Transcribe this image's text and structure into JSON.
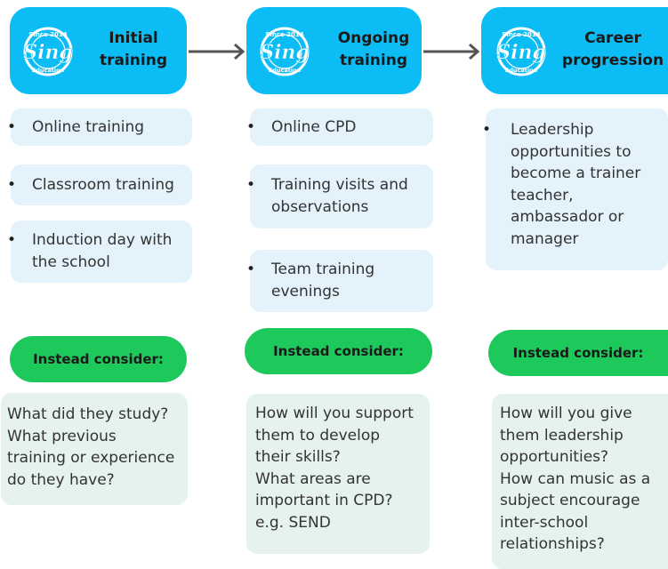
{
  "colors": {
    "header": "#0bbcf5",
    "card": "#e3f2fb",
    "pill": "#1ec95b",
    "note": "#e6f2ec",
    "arrow": "#555555"
  },
  "logo": {
    "top_text": "Since 2014",
    "main_text": "Sing",
    "bottom_text": "Education"
  },
  "columns": [
    {
      "title": [
        "Initial",
        "training"
      ],
      "items": [
        {
          "lines": [
            "Online training"
          ]
        },
        {
          "lines": [
            "Classroom training"
          ]
        },
        {
          "lines": [
            "Induction day with",
            "the school"
          ]
        }
      ],
      "consider_label": "Instead consider:",
      "consider_lines": [
        "What did they study?",
        "What previous",
        "training or experience",
        "do they have?"
      ]
    },
    {
      "title": [
        "Ongoing",
        "training"
      ],
      "items": [
        {
          "lines": [
            "Online CPD"
          ]
        },
        {
          "lines": [
            "Training visits and",
            "observations"
          ]
        },
        {
          "lines": [
            "Team training",
            "evenings"
          ]
        }
      ],
      "consider_label": "Instead consider:",
      "consider_lines": [
        "How will you support",
        "them to develop",
        "their skills?",
        "What areas are",
        "important in CPD?",
        "e.g. SEND"
      ]
    },
    {
      "title": [
        "Career",
        "progression"
      ],
      "items": [
        {
          "lines": [
            "Leadership",
            "opportunities to",
            "become a trainer",
            "teacher,",
            "ambassador or",
            "manager"
          ]
        }
      ],
      "consider_label": "Instead consider:",
      "consider_lines": [
        "How will you give",
        "them leadership",
        "opportunities?",
        "How can music as a",
        "subject encourage",
        "inter-school",
        "relationships?"
      ]
    }
  ]
}
